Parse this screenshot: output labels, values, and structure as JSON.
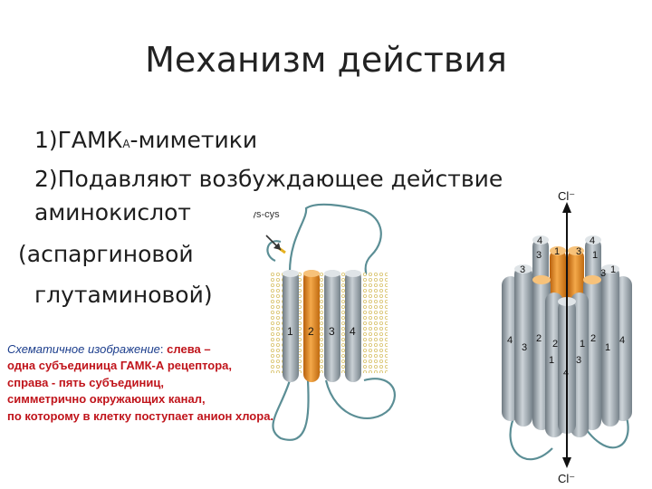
{
  "slide": {
    "title": "Механизм действия",
    "bullets": {
      "line1_prefix": "1)ГАМК",
      "line1_sub": "А",
      "line1_suffix": "-миметики",
      "line2": "2)Подавляют возбуждающее действие",
      "line3": "аминокислот",
      "line4": "(аспаргиновой",
      "line5": "глутаминовой)"
    },
    "caption": {
      "lead": "Схематичное изображение",
      "colon": ":",
      "part1": " слева –",
      "lines": [
        "одна субъединица ГАМК-А рецептора,",
        "справа - пять субъединиц,",
        "симметрично окружающих канал,",
        "по которому в клетку поступает анион хлора."
      ]
    }
  },
  "figure_left": {
    "annotation": "cys-cys",
    "helix_labels": [
      "1",
      "2",
      "3",
      "4"
    ]
  },
  "figure_right": {
    "ion_top": "Cl⁻",
    "ion_bottom": "Cl⁻",
    "top_labels": [
      "4",
      "4",
      "3",
      "1",
      "3",
      "1",
      "3",
      "1",
      "3"
    ],
    "front_labels": [
      "4",
      "3",
      "2",
      "2",
      "1",
      "1",
      "3",
      "4",
      "2",
      "4",
      "1"
    ]
  },
  "colors": {
    "title": "#222222",
    "caption_red": "#c0141b",
    "caption_blue": "#1b3d8c",
    "helix_gray": "#9aa4ab",
    "helix_orange": "#e08a1e",
    "loop_teal": "#5b8e95",
    "membrane_yellow": "#e8d27a"
  }
}
